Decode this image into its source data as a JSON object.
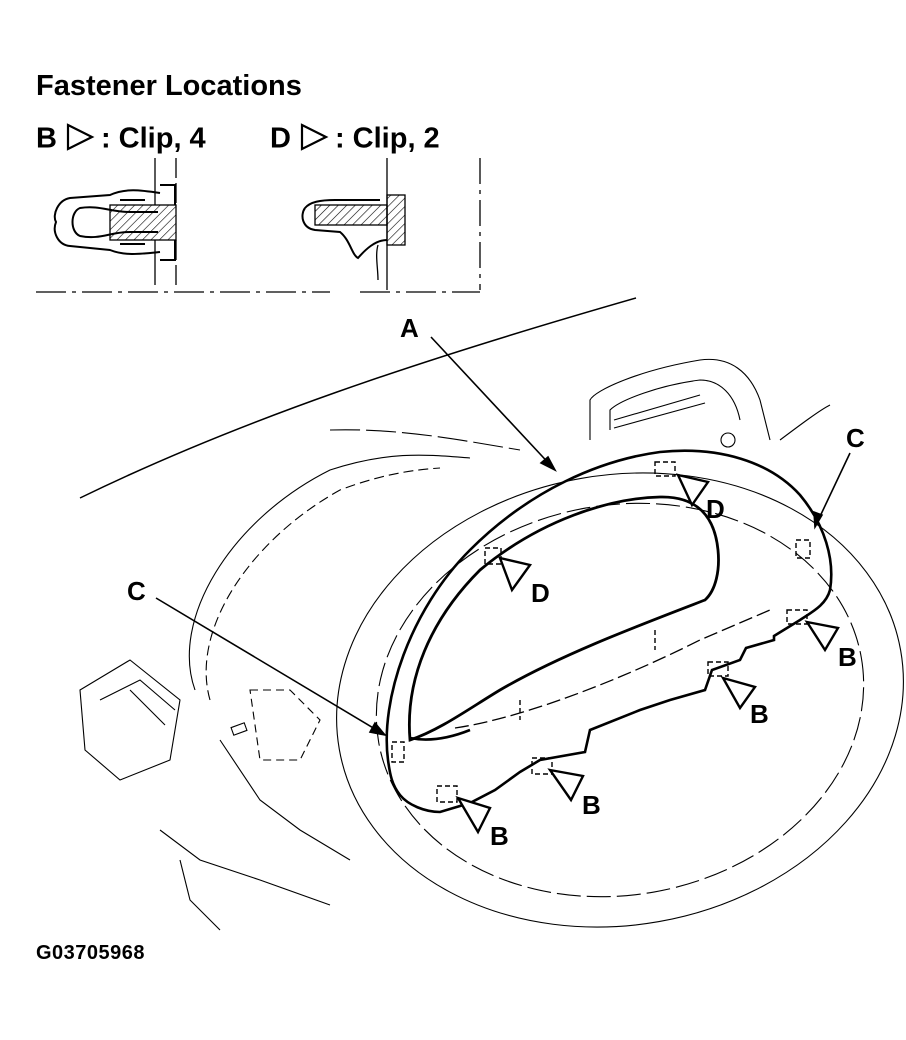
{
  "title": "Fastener Locations",
  "legend": [
    {
      "letter": "B",
      "text": ": Clip, 4"
    },
    {
      "letter": "D",
      "text": ": Clip, 2"
    }
  ],
  "callouts": {
    "a": "A",
    "c_left": "C",
    "c_right": "C",
    "d_upper": "D",
    "d_lower": "D",
    "b_1": "B",
    "b_2": "B",
    "b_3": "B",
    "b_4": "B"
  },
  "figure_code": "G03705968"
}
